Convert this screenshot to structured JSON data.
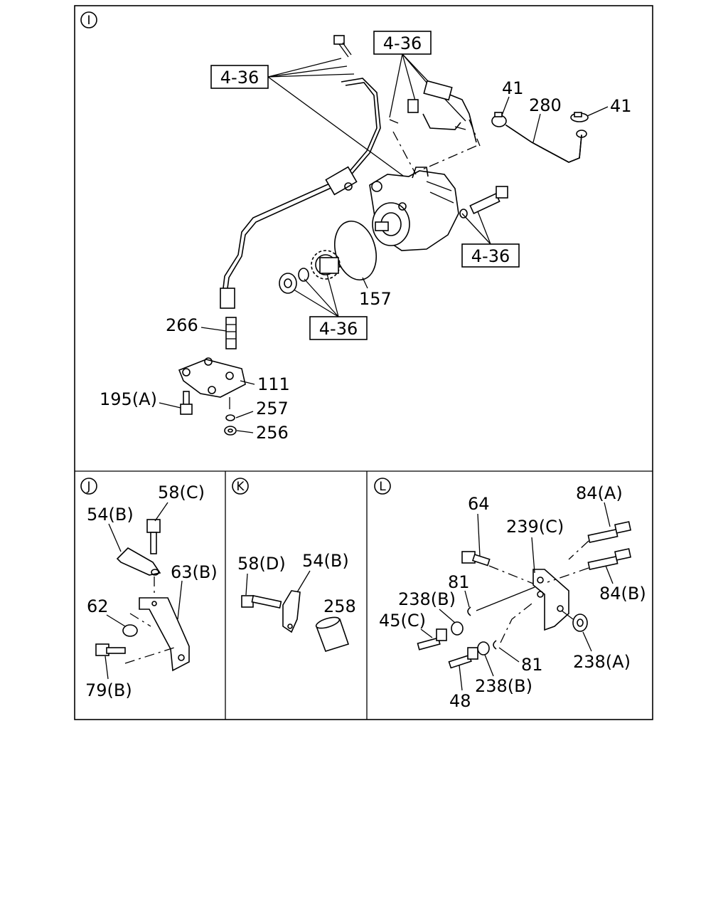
{
  "sections": {
    "I": {
      "marker": "I"
    },
    "J": {
      "marker": "J"
    },
    "K": {
      "marker": "K"
    },
    "L": {
      "marker": "L"
    }
  },
  "refs": {
    "ref_a": "4-36",
    "ref_b": "4-36",
    "ref_c": "4-36",
    "ref_d": "4-36"
  },
  "labels": {
    "p41a": "41",
    "p280": "280",
    "p41b": "41",
    "p157": "157",
    "p266": "266",
    "p111": "111",
    "p195a": "195(A)",
    "p257": "257",
    "p256": "256",
    "j58c": "58(C)",
    "j54b": "54(B)",
    "j63b": "63(B)",
    "j62": "62",
    "j79b": "79(B)",
    "k58d": "58(D)",
    "k54b": "54(B)",
    "k258": "258",
    "l64": "64",
    "l239c": "239(C)",
    "l84a": "84(A)",
    "l84b": "84(B)",
    "l81a": "81",
    "l238b1": "238(B)",
    "l45c": "45(C)",
    "l81b": "81",
    "l238a": "238(A)",
    "l238b2": "238(B)",
    "l48": "48"
  }
}
